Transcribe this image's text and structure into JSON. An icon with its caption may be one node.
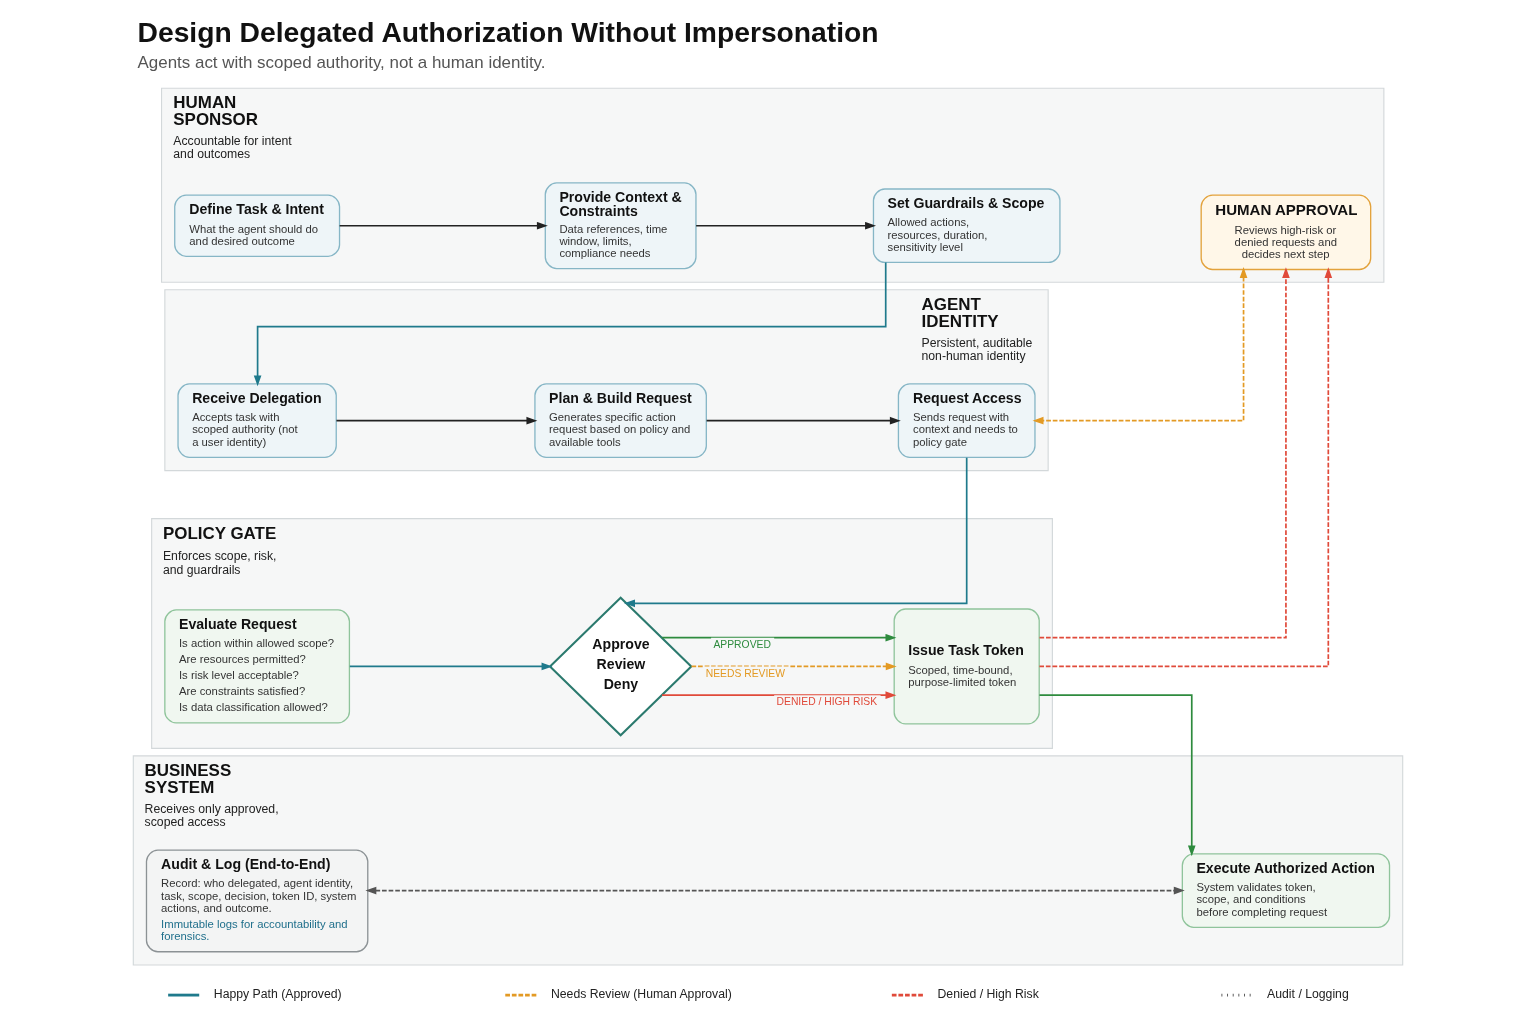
{
  "diagram": {
    "title": "Design Delegated Authorization Without Impersonation",
    "caption": "Agents act with scoped authority, not a human identity.",
    "nodes": [
      {
        "text": [
          "HUMAN SPONSOR",
          "Accountable for intent and outcomes"
        ]
      },
      {
        "text": [
          "Define Task & Intent",
          "What the agent should do and desired outcome"
        ],
        "in": 0
      },
      {
        "text": [
          "Provide Context & Constraints",
          "Data references, time window, limits, compliance needs"
        ],
        "in": 0
      },
      {
        "text": [
          "Set Guardrails & Scope",
          "Allowed actions, resources, duration, sensitivity level"
        ],
        "in": 0
      },
      {
        "text": [
          "HUMAN APPROVAL",
          "Reviews high-risk or denied requests and decides next step"
        ],
        "in": 0
      },
      {
        "text": [
          "AGENT IDENTITY",
          "Persistent, auditable non-human identity"
        ]
      },
      {
        "text": [
          "Receive Delegation",
          "Accepts task with scoped authority (not a user identity)"
        ],
        "in": 5
      },
      {
        "text": [
          "Plan & Build Request",
          "Generates specific action request based on policy and available tools"
        ],
        "in": 5
      },
      {
        "text": [
          "Request Access",
          "Sends request with context and needs to policy gate"
        ],
        "in": 5
      },
      {
        "text": [
          "POLICY GATE",
          "Enforces scope, risk, and guardrails"
        ]
      },
      {
        "text": [
          "Evaluate Request",
          "Is action within allowed scope?",
          "Are resources permitted?",
          "Is risk level acceptable?",
          "Are constraints satisfied?",
          "Is data classification allowed?"
        ],
        "in": 9
      },
      {
        "text": [
          "Approve",
          "Review",
          "Deny"
        ],
        "in": 9
      },
      {
        "text": [
          "Issue Task Token",
          "Scoped, time-bound, purpose-limited token"
        ],
        "in": 9
      },
      {
        "text": [
          "BUSINESS SYSTEM",
          "Receives only approved, scoped access"
        ]
      },
      {
        "text": [
          "Audit & Log (End-to-End)",
          "Record: who delegated, agent identity, task, scope, decision, token ID, system actions, and outcome.",
          "Immutable logs for accountability and forensics."
        ],
        "in": 13
      },
      {
        "text": [
          "Execute Authorized Action",
          "System validates token, scope, and conditions before completing request"
        ],
        "in": 13
      }
    ],
    "edges": [
      {
        "from": 1,
        "to": 2,
        "arrow": "to"
      },
      {
        "from": 2,
        "to": 3,
        "arrow": "to"
      },
      {
        "from": 3,
        "to": 6,
        "arrow": "to",
        "color": "#1f7a8c"
      },
      {
        "from": 6,
        "to": 7,
        "arrow": "to"
      },
      {
        "from": 7,
        "to": 8,
        "arrow": "to"
      },
      {
        "from": 8,
        "to": 11,
        "arrow": "to",
        "color": "#1f7a8c"
      },
      {
        "from": 10,
        "to": 11,
        "arrow": "to",
        "color": "#1f7a8c"
      },
      {
        "from": 11,
        "to": 12,
        "arrow": "to",
        "label": "DENIED / HIGH RISK",
        "color": "#e04a3a"
      },
      {
        "from": 11,
        "to": 12,
        "arrow": "to",
        "label": "NEEDS REVIEW",
        "style": "dashed",
        "color": "#e39a24"
      },
      {
        "from": 11,
        "to": 12,
        "arrow": "to",
        "label": "APPROVED",
        "color": "#2e8b3e"
      },
      {
        "from": 12,
        "to": 4,
        "arrow": "to",
        "style": "dashed",
        "color": "#e04a3a"
      },
      {
        "from": 12,
        "to": 4,
        "arrow": "to",
        "style": "dashed",
        "color": "#e04a3a"
      },
      {
        "from": 4,
        "to": 8,
        "arrow": "both",
        "style": "dashed",
        "color": "#e39a24"
      },
      {
        "from": 12,
        "to": 15,
        "arrow": "to",
        "color": "#2e8b3e"
      },
      {
        "from": 14,
        "to": 15,
        "arrow": "both",
        "style": "dashed",
        "color": "#555555"
      }
    ],
    "legend": [
      {
        "text": "Happy Path (Approved)"
      },
      {
        "text": "Needs Review (Human Approval)"
      },
      {
        "text": "Denied / High Risk"
      },
      {
        "text": "Audit / Logging"
      }
    ]
  }
}
